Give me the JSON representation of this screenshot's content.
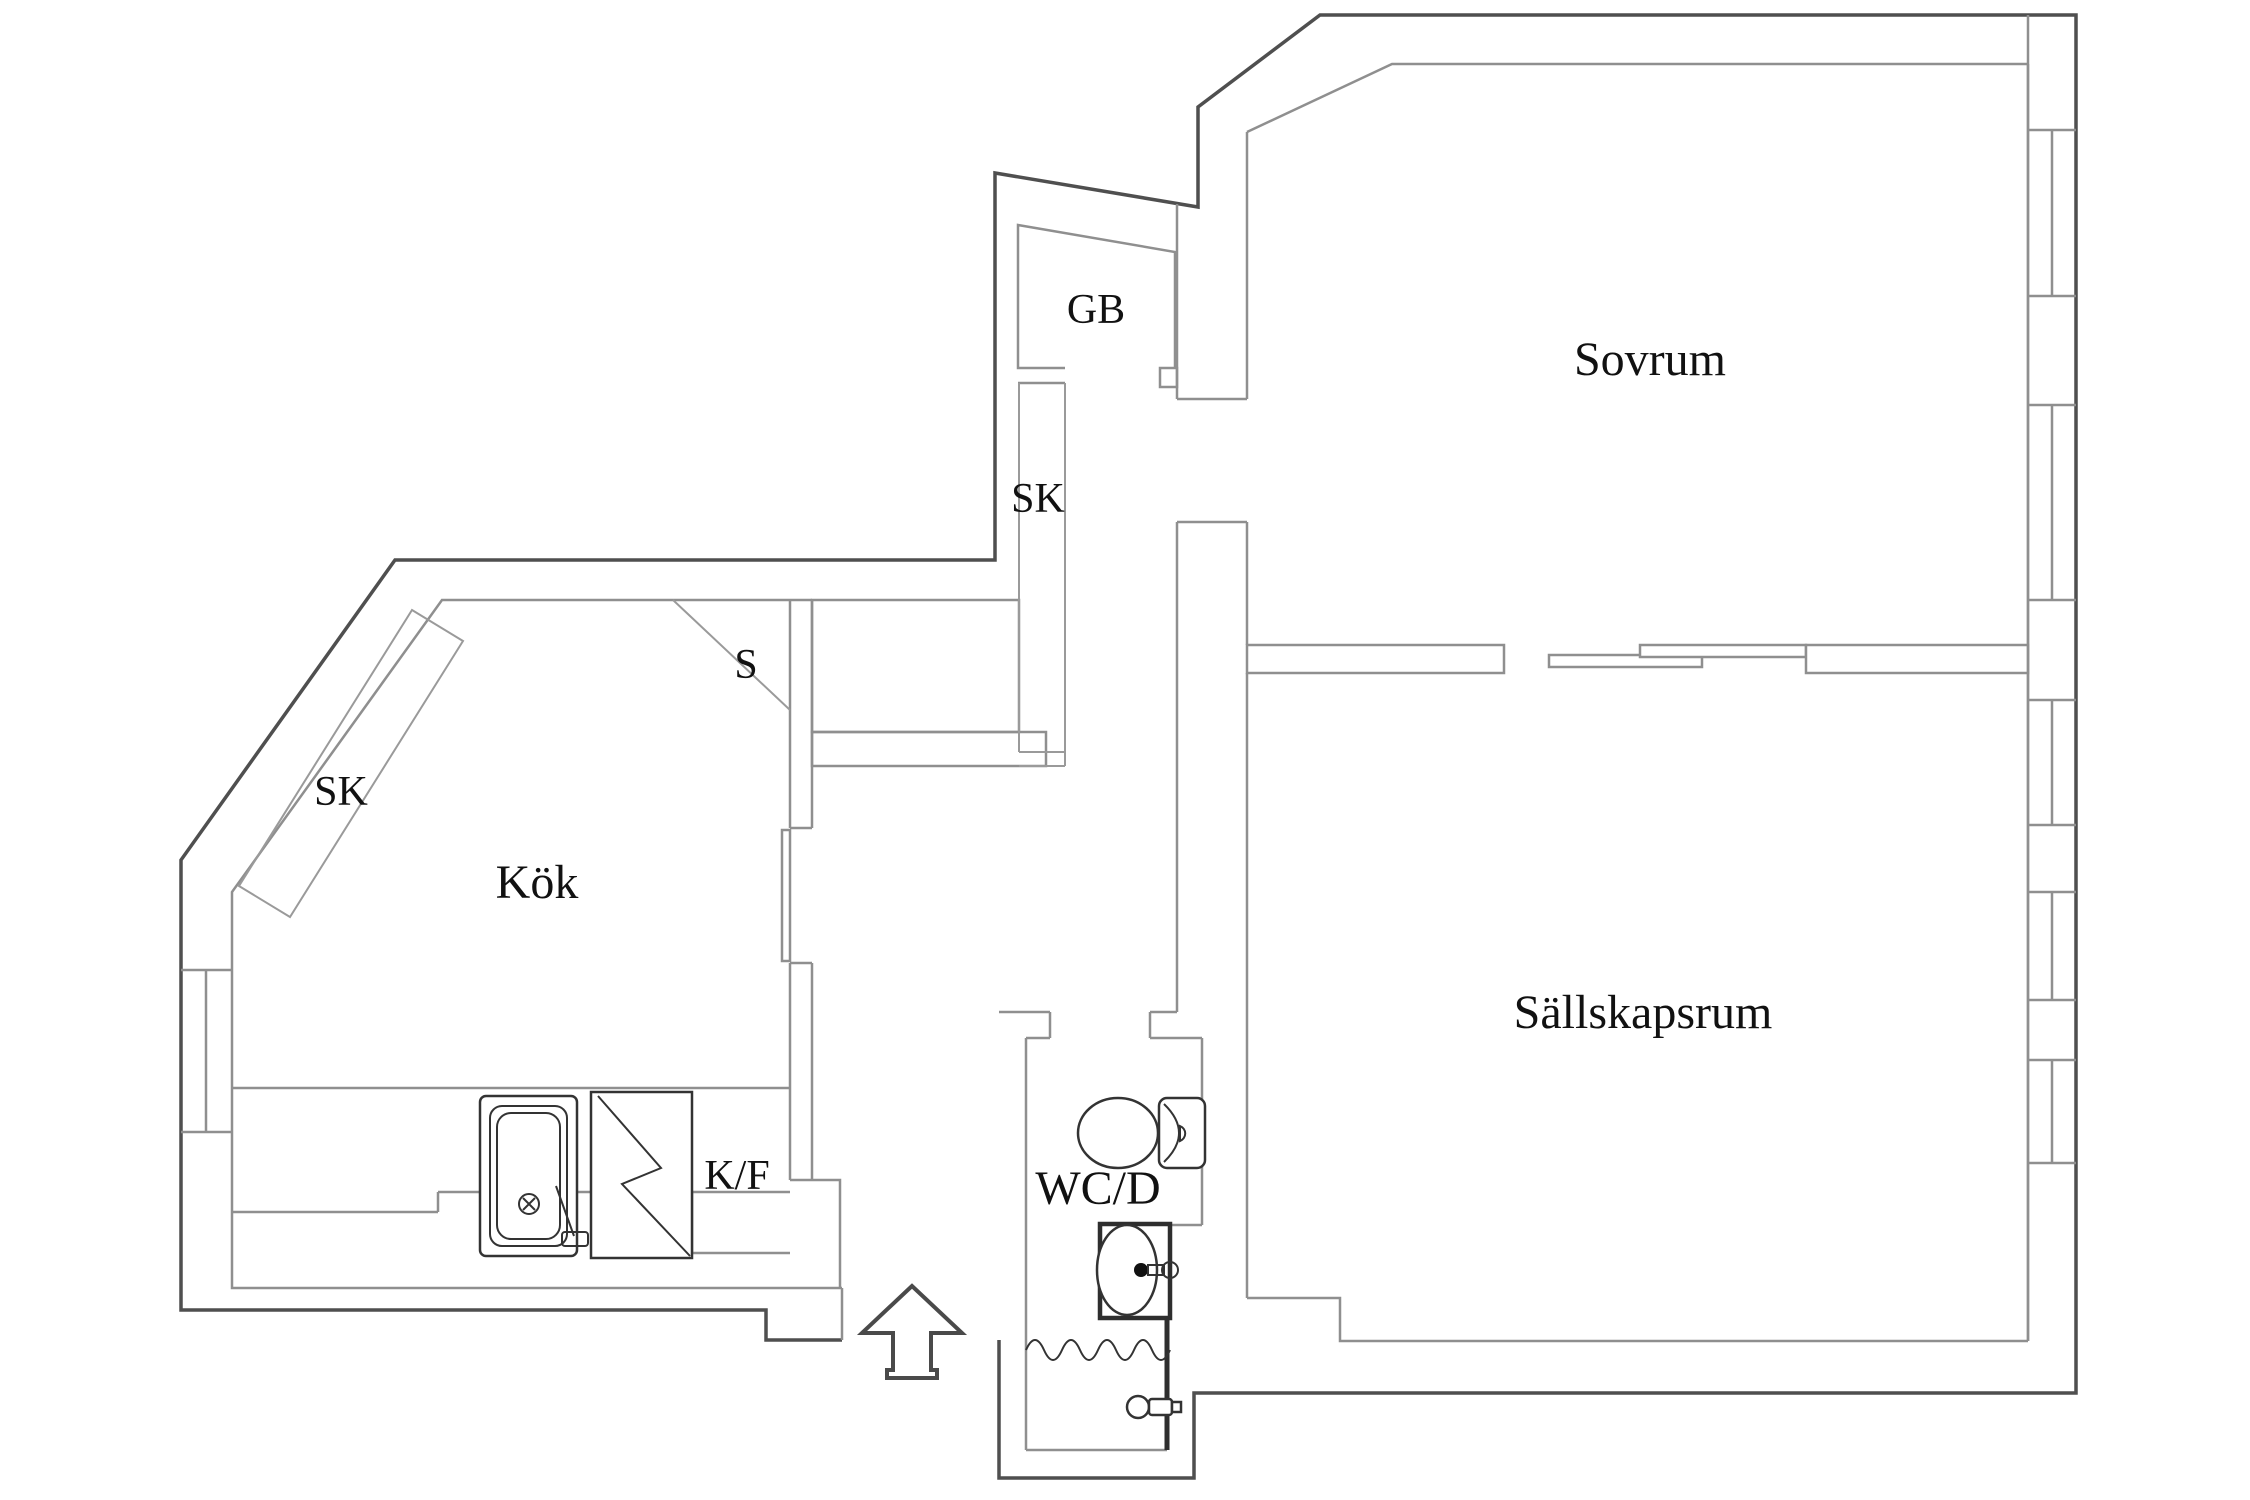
{
  "plan": {
    "type": "apartment-floor-plan",
    "rooms": {
      "sovrum": {
        "label": "Sovrum"
      },
      "sallskapsrum": {
        "label": "Sällskapsrum"
      },
      "kok": {
        "label": "Kök"
      },
      "wcd": {
        "label": "WC/D"
      },
      "gb": {
        "label": "GB"
      },
      "sk_hall": {
        "label": "SK"
      },
      "sk_kok": {
        "label": "SK"
      },
      "pantry": {
        "label": "S"
      },
      "kf": {
        "label": "K/F"
      }
    },
    "fixtures": [
      "toilet",
      "washbasin",
      "basin-tap",
      "shower-curtain",
      "shower-mixer",
      "kitchen-sink",
      "stove",
      "entry-arrow",
      "sliding-door-panels",
      "door-leaf"
    ],
    "windows": {
      "right_wall_count": 5,
      "left_wall_count": 1
    },
    "entry": {
      "direction": "up"
    },
    "colors": {
      "background": "#ffffff",
      "wall_line": "#8f8f8f",
      "outer_line": "#4f4f4f",
      "fixture_line": "#333333",
      "bold_wet_wall": "#2e2e2e",
      "text": "#111111",
      "basin_shading": "#f0f0f0"
    }
  }
}
